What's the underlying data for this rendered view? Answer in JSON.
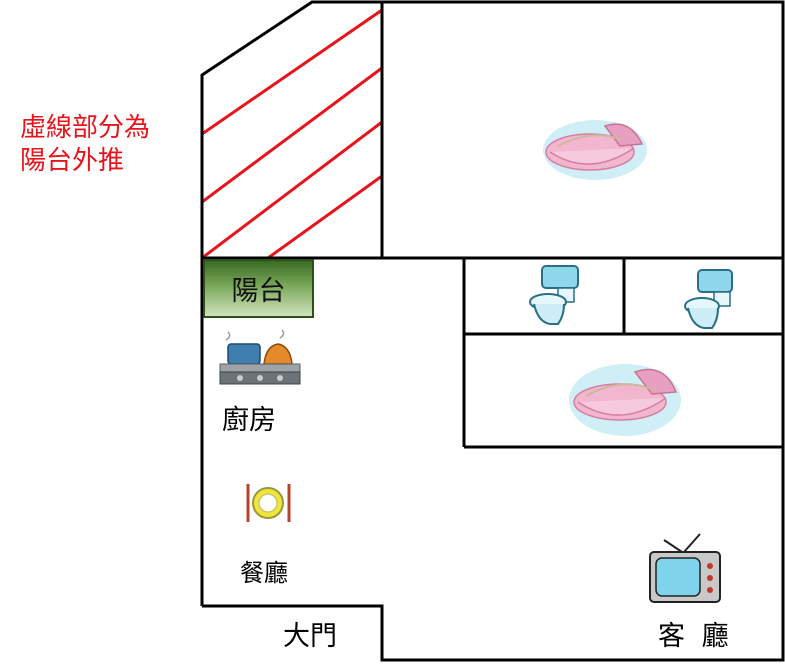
{
  "plan": {
    "note_line1": "虛線部分為",
    "note_line2": "陽台外推",
    "balcony": "陽台",
    "kitchen": "廚房",
    "dining": "餐廳",
    "main_door": "大門",
    "living_room": "客  廳"
  },
  "colors": {
    "walls": "#000000",
    "hatch": "#e8141b",
    "note": "#e8141b",
    "balcony_fill": "#5c8a3e"
  },
  "icons": [
    "crib-icon",
    "crib-icon",
    "toilet-icon",
    "toilet-icon",
    "stove-icon",
    "plate-cutlery-icon",
    "tv-icon"
  ]
}
